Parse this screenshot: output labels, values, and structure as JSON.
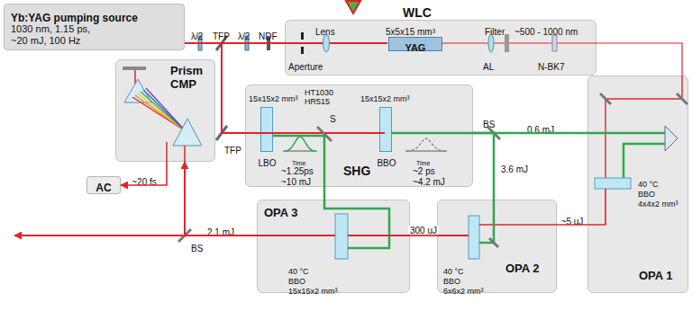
{
  "diagram": {
    "nodes": [
      {
        "text": [
          "Yb:YAG pumping source",
          "1030 nm, 1.15 ps, ~20 mJ, 100 Hz"
        ]
      },
      {
        "text": [
          "WLC"
        ]
      },
      {
        "text": [
          "YAG"
        ],
        "in": 1
      },
      {
        "text": [
          "Prism CMP"
        ]
      },
      {
        "text": [
          "AC"
        ]
      },
      {
        "text": [
          "SHG"
        ]
      },
      {
        "text": [
          "LBO"
        ],
        "in": 5
      },
      {
        "text": [
          "BBO"
        ],
        "in": 5
      },
      {
        "text": [
          "OPA 3"
        ]
      },
      {
        "text": [
          "OPA 2"
        ]
      },
      {
        "text": [
          "OPA 1"
        ]
      }
    ],
    "edges": [
      {
        "from": 0,
        "to": 1,
        "arrow": "none"
      },
      {
        "from": 0,
        "to": 5,
        "arrow": "none"
      },
      {
        "from": 1,
        "to": 10,
        "arrow": "none"
      },
      {
        "from": 5,
        "to": 10,
        "label": "0.6 mJ",
        "arrow": "none"
      },
      {
        "from": 5,
        "to": 9,
        "label": "3.6 mJ",
        "arrow": "none"
      },
      {
        "from": 5,
        "to": 8,
        "arrow": "none"
      },
      {
        "from": 10,
        "to": 9,
        "label": "~5 uJ",
        "arrow": "none"
      },
      {
        "from": 9,
        "to": 8,
        "label": "300 uJ",
        "arrow": "none"
      },
      {
        "from": 8,
        "to": 3,
        "label": "2.1 mJ",
        "arrow": "to"
      },
      {
        "from": 3,
        "to": 4,
        "label": "~20 fs",
        "arrow": "to"
      }
    ],
    "labels": [
      "λ/2",
      "TFP",
      "λ/2",
      "NDF",
      "Lens",
      "Aperture",
      "5x5x15 mm³",
      "Filter",
      "AL",
      "~500 - 1000 nm",
      "N-BK7",
      "TFP",
      "15x15x2 mm³",
      "HT1030 HR515",
      "S",
      "15x15x2 mm³",
      "Time",
      "~1.25ps",
      "~10 mJ",
      "Time",
      "~2 ps",
      "~4.2 mJ",
      "BS",
      "40 °C",
      "BBO",
      "4x4x2 mm³",
      "40 °C",
      "BBO",
      "6x6x2 mm³",
      "BS",
      "40 °C",
      "BBO",
      "15x15x2 mm³"
    ]
  }
}
